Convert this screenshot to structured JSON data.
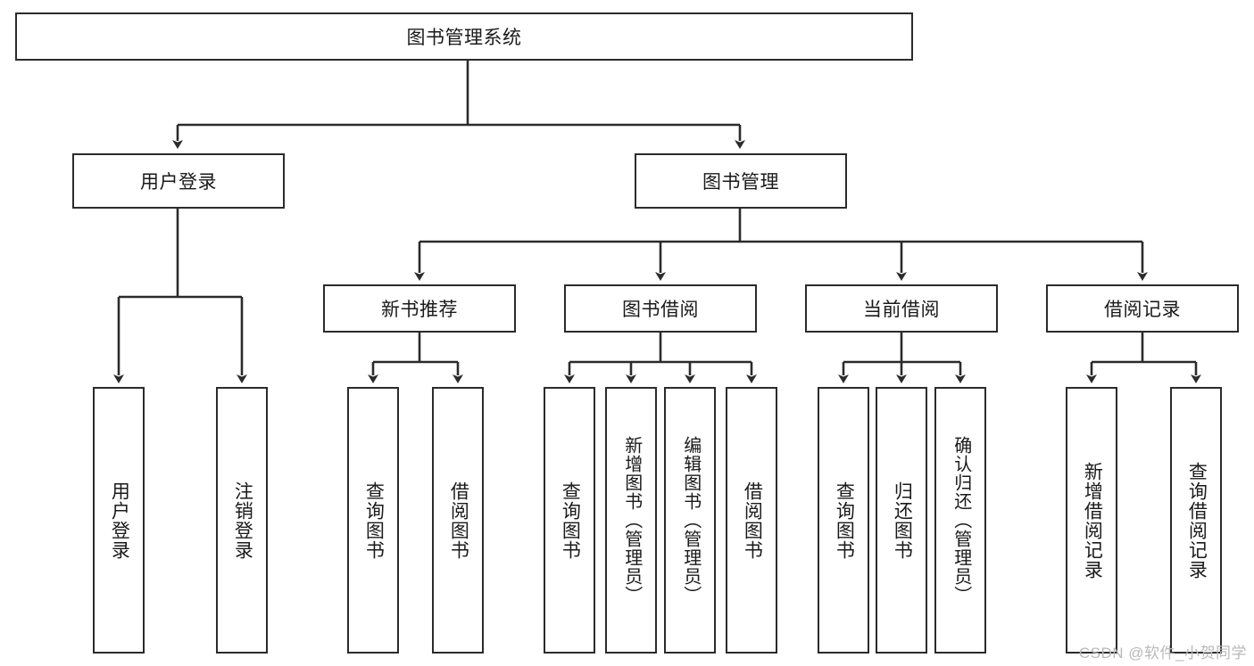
{
  "diagram": {
    "title": "图书管理系统",
    "type": "tree-hierarchy-diagram",
    "colors": {
      "stroke": "#2b2b2b",
      "fill": "#ffffff",
      "text": "#1a1a1a",
      "watermark": "#b9b9b9"
    },
    "watermark": "CSDN @软件_小贺同学",
    "root": {
      "label": "图书管理系统"
    },
    "level1": [
      {
        "label": "用户登录"
      },
      {
        "label": "图书管理"
      }
    ],
    "level2": [
      {
        "label": "新书推荐"
      },
      {
        "label": "图书借阅"
      },
      {
        "label": "当前借阅"
      },
      {
        "label": "借阅记录"
      }
    ],
    "leaves": {
      "user_login": [
        {
          "label": "用户登录"
        },
        {
          "label": "注销登录"
        }
      ],
      "new_book_recommend": [
        {
          "label": "查询图书"
        },
        {
          "label": "借阅图书"
        }
      ],
      "book_borrow": [
        {
          "label": "查询图书"
        },
        {
          "label": "新增图书（管理员）"
        },
        {
          "label": "编辑图书（管理员）"
        },
        {
          "label": "借阅图书"
        }
      ],
      "current_borrow": [
        {
          "label": "查询图书"
        },
        {
          "label": "归还图书"
        },
        {
          "label": "确认归还（管理员）"
        }
      ],
      "borrow_record": [
        {
          "label": "新增借阅记录"
        },
        {
          "label": "查询借阅记录"
        }
      ]
    }
  }
}
